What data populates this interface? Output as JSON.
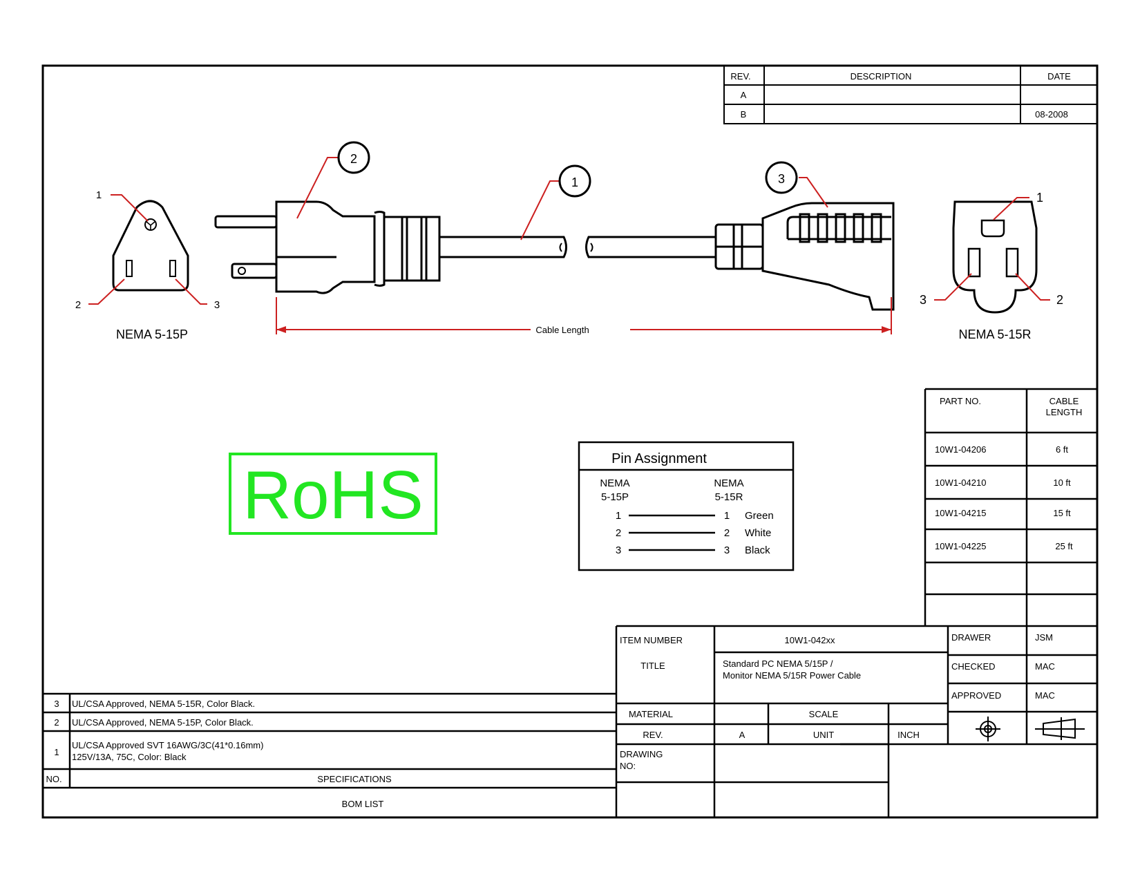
{
  "revision_table": {
    "headers": [
      "REV.",
      "DESCRIPTION",
      "DATE"
    ],
    "rows": [
      {
        "rev": "A",
        "description": "",
        "date": ""
      },
      {
        "rev": "B",
        "description": "",
        "date": "08-2008"
      }
    ]
  },
  "drawing": {
    "plug_name": "NEMA 5-15P",
    "receptacle_name": "NEMA 5-15R",
    "cable_length_label": "Cable Length",
    "balloons": [
      "1",
      "2",
      "3"
    ],
    "plug_pins": [
      "1",
      "2",
      "3"
    ],
    "receptacle_pins": [
      "1",
      "2",
      "3"
    ]
  },
  "rohs": {
    "label": "RoHS",
    "color": "#22e622"
  },
  "accent_color": "#cc2020",
  "pin_assignment": {
    "title": "Pin Assignment",
    "left_header": [
      "NEMA",
      "5-15P"
    ],
    "right_header": [
      "NEMA",
      "5-15R"
    ],
    "rows": [
      {
        "left": "1",
        "right": "1",
        "color": "Green"
      },
      {
        "left": "2",
        "right": "2",
        "color": "White"
      },
      {
        "left": "3",
        "right": "3",
        "color": "Black"
      }
    ]
  },
  "parts_table": {
    "headers": [
      "PART NO.",
      "CABLE",
      "LENGTH"
    ],
    "rows": [
      {
        "part": "10W1-04206",
        "length": "6 ft"
      },
      {
        "part": "10W1-04210",
        "length": "10 ft"
      },
      {
        "part": "10W1-04215",
        "length": "15 ft"
      },
      {
        "part": "10W1-04225",
        "length": "25 ft"
      }
    ]
  },
  "title_block": {
    "item_number_label": "ITEM NUMBER",
    "item_number": "10W1-042xx",
    "title_label": "TITLE",
    "title_lines": [
      "Standard PC NEMA 5/15P /",
      "Monitor NEMA 5/15R Power Cable"
    ],
    "drawer_label": "DRAWER",
    "drawer": "JSM",
    "checked_label": "CHECKED",
    "checked": "MAC",
    "approved_label": "APPROVED",
    "approved": "MAC",
    "material_label": "MATERIAL",
    "scale_label": "SCALE",
    "rev_label": "REV.",
    "rev": "A",
    "unit_label": "UNIT",
    "unit": "INCH",
    "drawing_no_label": [
      "DRAWING",
      "NO:"
    ]
  },
  "bom": {
    "rows": [
      {
        "no": "3",
        "spec": [
          "UL/CSA Approved, NEMA 5-15R, Color Black."
        ]
      },
      {
        "no": "2",
        "spec": [
          "UL/CSA Approved, NEMA 5-15P, Color Black."
        ]
      },
      {
        "no": "1",
        "spec": [
          "UL/CSA Approved SVT 16AWG/3C(41*0.16mm)",
          "125V/13A, 75C, Color: Black"
        ]
      }
    ],
    "no_header": "NO.",
    "spec_header": "SPECIFICATIONS",
    "list_label": "BOM LIST"
  }
}
